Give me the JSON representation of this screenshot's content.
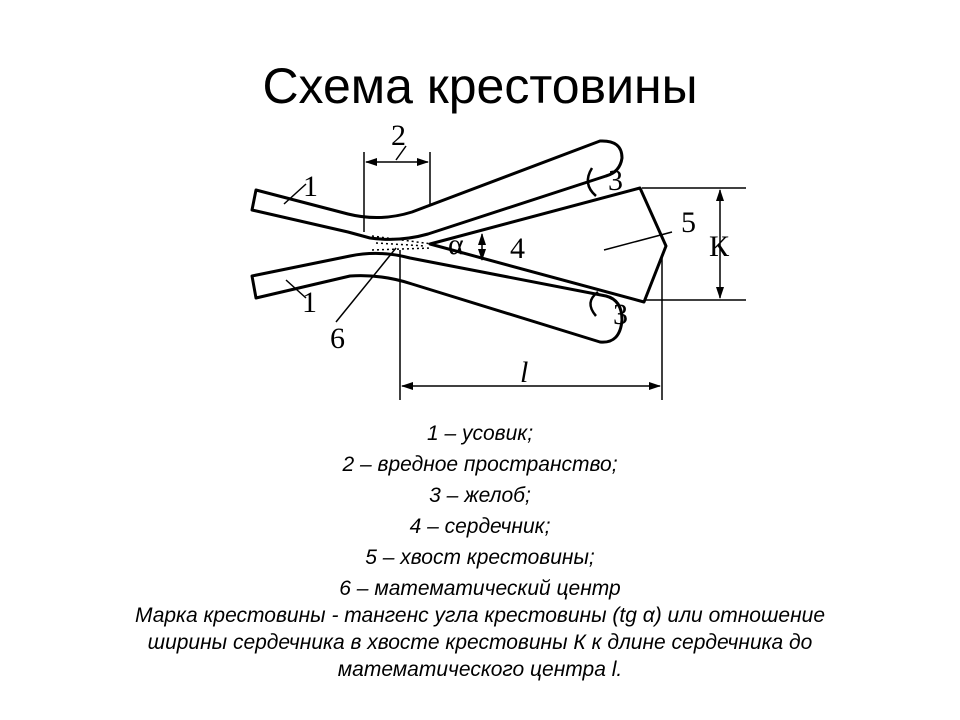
{
  "title": "Схема крестовины",
  "diagram": {
    "labels": {
      "wing_rail_top": "1",
      "wing_rail_bottom": "1",
      "gap": "2",
      "flangeway_top": "3",
      "flangeway_bottom": "3",
      "frog_core": "4",
      "frog_tail": "5",
      "math_center": "6",
      "angle": "α",
      "tail_width": "К",
      "core_length": "l"
    }
  },
  "legend": [
    "1 – усовик;",
    "2 – вредное пространство;",
    "3 – желоб;",
    "4 – сердечник;",
    "5 – хвост крестовины;",
    "6 – математический центр"
  ],
  "note": "Марка крестовины - тангенс угла крестовины (tg α) или отношение ширины сердечника в хвосте крестовины К к длине сердечника до математического центра l.",
  "colors": {
    "ink": "#000000",
    "background": "#ffffff"
  }
}
